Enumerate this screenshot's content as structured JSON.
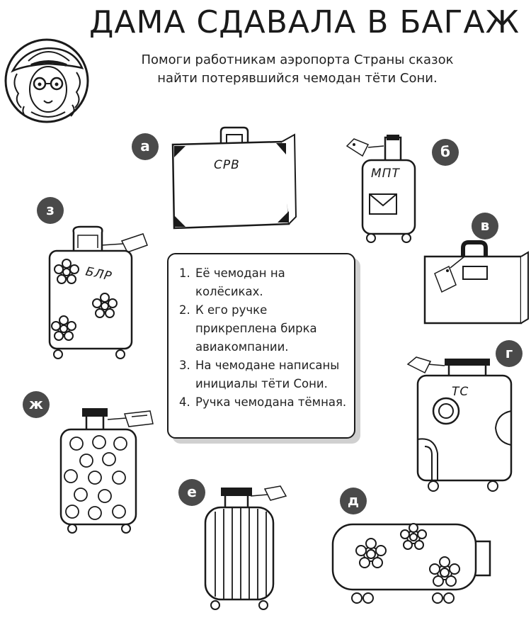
{
  "title": "ДАМА СДАВАЛА В БАГАЖ",
  "subtitle_line1": "Помоги работникам аэропорта Страны сказок",
  "subtitle_line2": "найти потерявшийся чемодан тёти Сони.",
  "clues": [
    "Её чемодан на колёсиках.",
    "К его ручке прикреплена бирка авиакомпании.",
    "На чемодане написаны инициалы тёти Сони.",
    "Ручка чемодана тёмная."
  ],
  "suitcases": {
    "a": {
      "label": "а",
      "initials": "СРВ"
    },
    "b": {
      "label": "б",
      "initials": "МПТ"
    },
    "v": {
      "label": "в"
    },
    "g": {
      "label": "г",
      "initials": "ТС"
    },
    "d": {
      "label": "д"
    },
    "e": {
      "label": "е"
    },
    "zh": {
      "label": "ж"
    },
    "z": {
      "label": "з",
      "initials": "БЛР"
    }
  },
  "icons": {
    "avatar": "lady-with-hat-icon",
    "tag": "luggage-tag-icon",
    "wheel": "wheel-icon"
  },
  "colors": {
    "ink": "#1a1a1a",
    "badge": "#4a4a4a",
    "shadow": "#d0d0d0"
  }
}
